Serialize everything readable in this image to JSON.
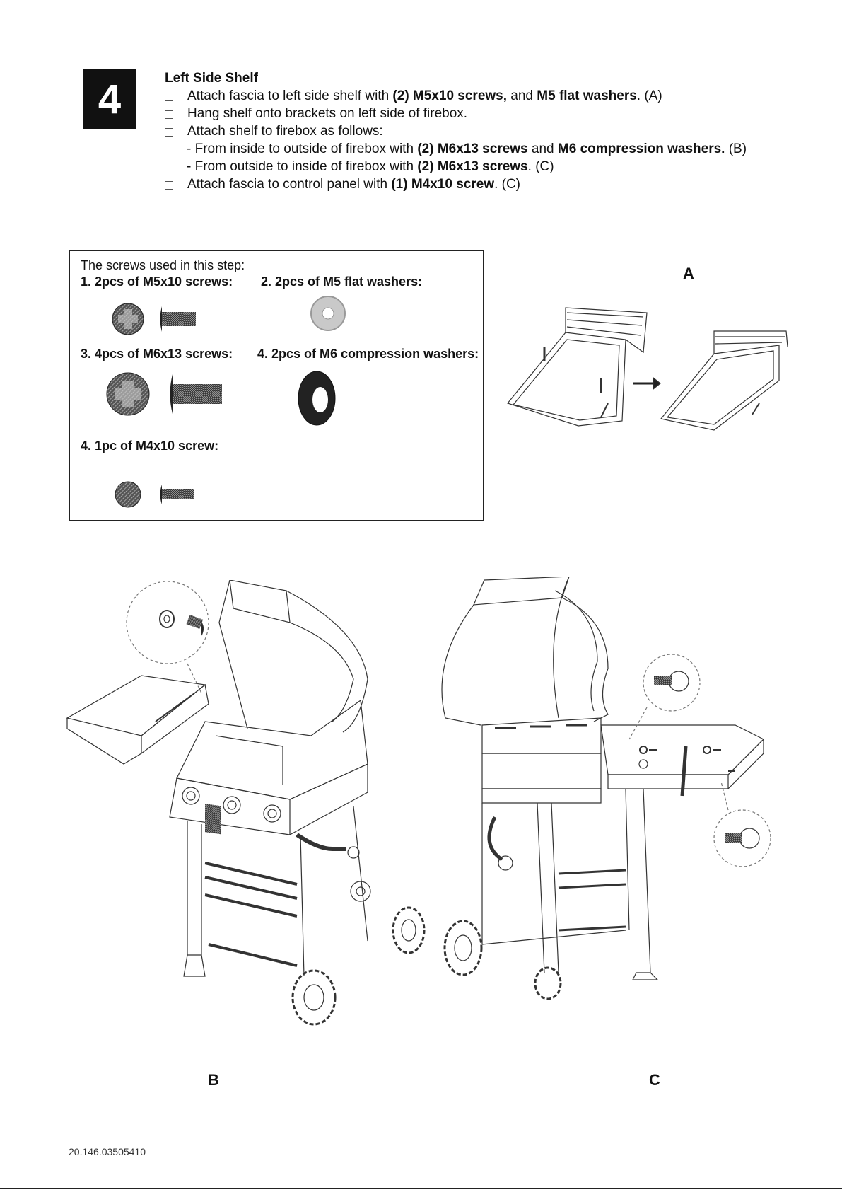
{
  "step": {
    "number": "4"
  },
  "instructions": {
    "title": "Left Side Shelf",
    "item1": {
      "t1": "Attach fascia to left side shelf with ",
      "b1": "(2) M5x10 screws,",
      "t2": " and ",
      "b2": "M5 flat washers",
      "t3": ". (A)"
    },
    "item2": "Hang shelf onto brackets on left side of firebox.",
    "item3": "Attach shelf to firebox as follows:",
    "sub1": {
      "t1": "- From inside to outside of firebox with ",
      "b1": "(2) M6x13 screws",
      "t2": " and ",
      "b2": "M6 compression washers.",
      "t3": " (B)"
    },
    "sub2": {
      "t1": "- From outside to inside of firebox with ",
      "b1": "(2) M6x13 screws",
      "t2": ". (C)"
    },
    "item4": {
      "t1": "Attach fascia to control panel with ",
      "b1": "(1) M4x10 screw",
      "t2": ". (C)"
    }
  },
  "parts": {
    "intro": "The screws used in this step:",
    "p1": "1.   2pcs of M5x10 screws:",
    "p2": "2.   2pcs of M5 flat washers:",
    "p3": "3.   4pcs of M6x13 screws:",
    "p4": "4.   2pcs of M6 compression washers:",
    "p5": "4.   1pc of M4x10 screw:"
  },
  "figures": {
    "a": "A",
    "b": "B",
    "c": "C"
  },
  "footer": {
    "code": "20.146.03505410"
  }
}
